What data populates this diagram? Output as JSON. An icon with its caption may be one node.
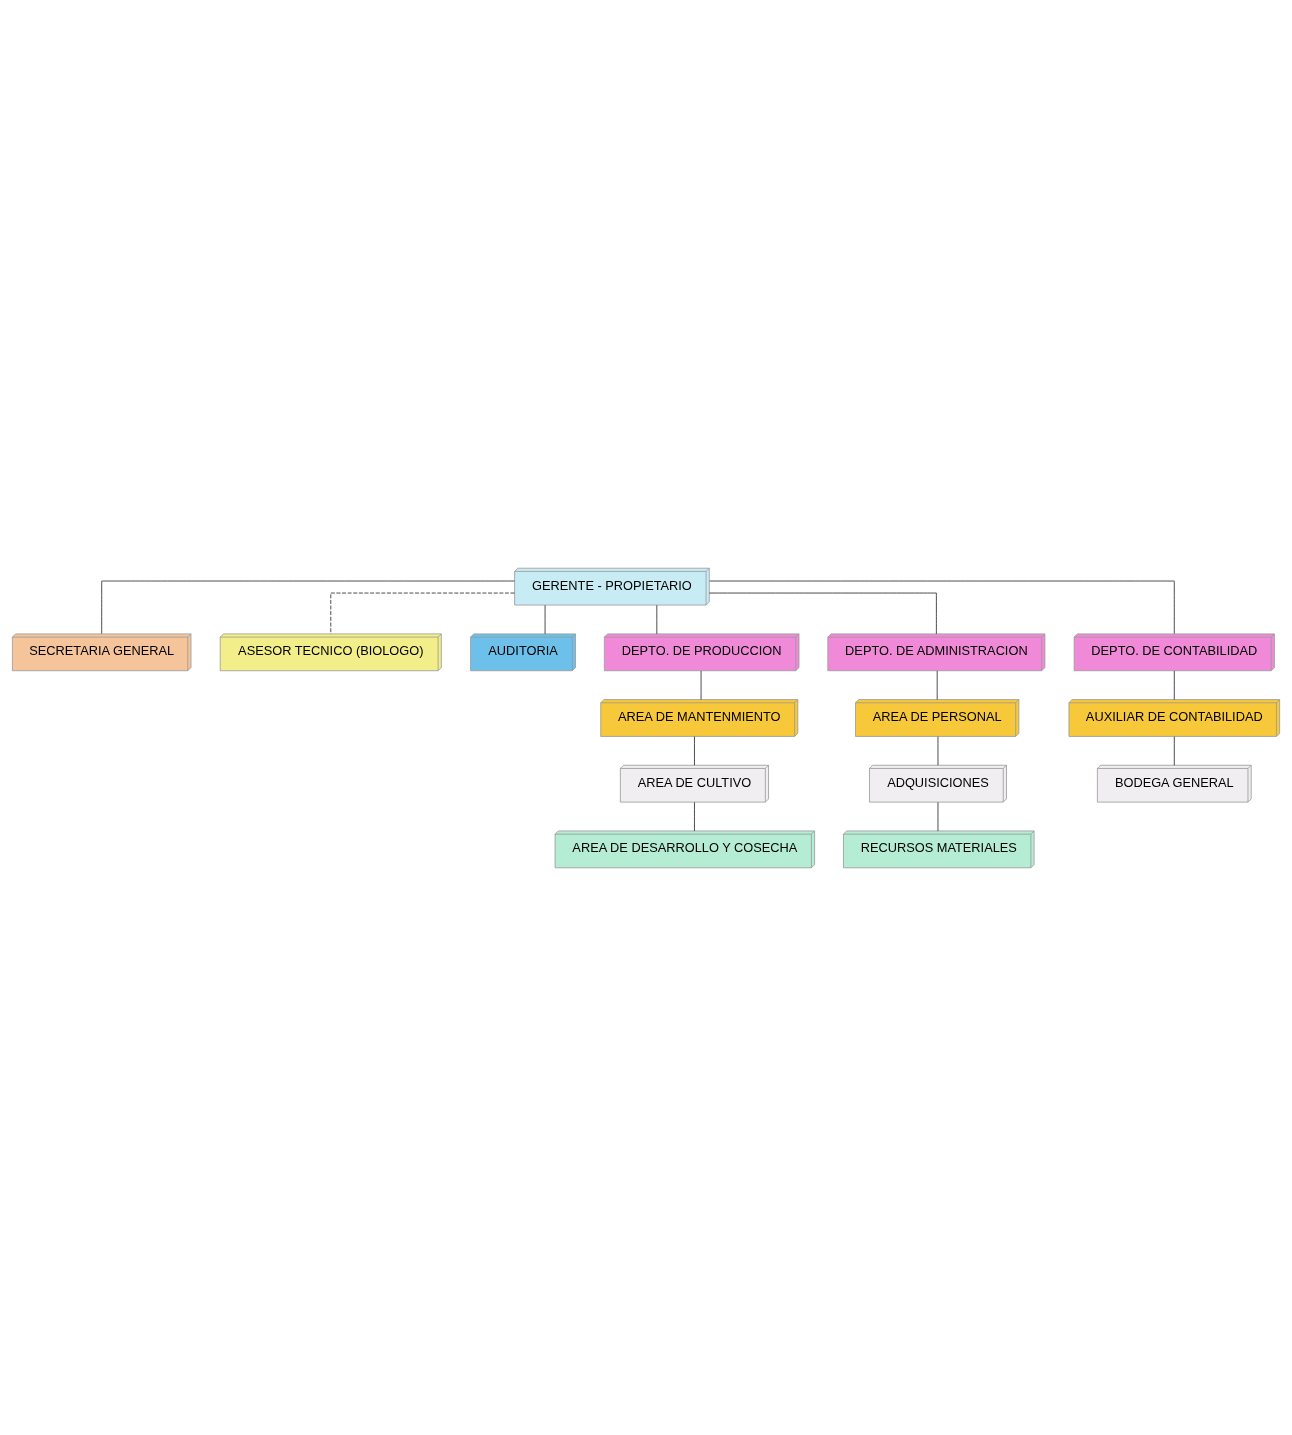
{
  "diagram": {
    "nodes": [
      {
        "text": [
          "GERENTE - PROPIETARIO"
        ]
      },
      {
        "text": [
          "SECRETARIA GENERAL"
        ]
      },
      {
        "text": [
          "ASESOR TECNICO (BIOLOGO)"
        ]
      },
      {
        "text": [
          "AUDITORIA"
        ]
      },
      {
        "text": [
          "DEPTO. DE PRODUCCION"
        ]
      },
      {
        "text": [
          "DEPTO. DE ADMINISTRACION"
        ]
      },
      {
        "text": [
          "DEPTO. DE CONTABILIDAD"
        ]
      },
      {
        "text": [
          "AREA DE MANTENMIENTO"
        ]
      },
      {
        "text": [
          "AREA DE PERSONAL"
        ]
      },
      {
        "text": [
          "AUXILIAR DE CONTABILIDAD"
        ]
      },
      {
        "text": [
          "AREA DE CULTIVO"
        ]
      },
      {
        "text": [
          "ADQUISICIONES"
        ]
      },
      {
        "text": [
          "BODEGA GENERAL"
        ]
      },
      {
        "text": [
          "AREA DE DESARROLLO Y COSECHA"
        ]
      },
      {
        "text": [
          "RECURSOS MATERIALES"
        ]
      }
    ],
    "edges": [
      {
        "from": 0,
        "to": 1,
        "arrow": "none"
      },
      {
        "from": 0,
        "to": 2,
        "arrow": "none",
        "style": "dashed"
      },
      {
        "from": 0,
        "to": 3,
        "arrow": "none"
      },
      {
        "from": 0,
        "to": 4,
        "arrow": "none"
      },
      {
        "from": 0,
        "to": 5,
        "arrow": "none"
      },
      {
        "from": 0,
        "to": 6,
        "arrow": "none"
      },
      {
        "from": 4,
        "to": 7,
        "arrow": "none"
      },
      {
        "from": 7,
        "to": 10,
        "arrow": "none"
      },
      {
        "from": 10,
        "to": 13,
        "arrow": "none"
      },
      {
        "from": 5,
        "to": 8,
        "arrow": "none"
      },
      {
        "from": 8,
        "to": 11,
        "arrow": "none"
      },
      {
        "from": 11,
        "to": 14,
        "arrow": "none"
      },
      {
        "from": 6,
        "to": 9,
        "arrow": "none"
      },
      {
        "from": 9,
        "to": 12,
        "arrow": "none"
      }
    ]
  }
}
